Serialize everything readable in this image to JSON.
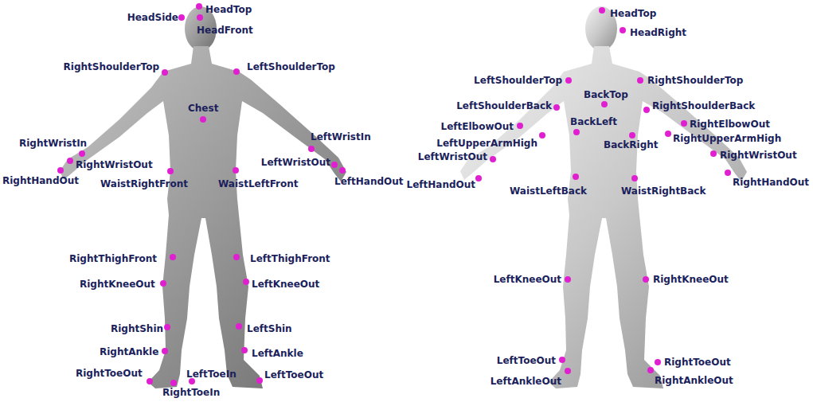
{
  "diagram": {
    "labels": [
      "HeadTop",
      "HeadSide",
      "HeadFront",
      "RightShoulderTop",
      "LeftShoulderTop",
      "Chest",
      "RightWristIn",
      "LeftWristIn",
      "RightWristOut",
      "LeftWristOut",
      "RightHandOut",
      "WaistRightFront",
      "WaistLeftFront",
      "LeftHandOut",
      "RightThighFront",
      "LeftThighFront",
      "RightKneeOut",
      "LeftKneeOut",
      "RightShin",
      "LeftShin",
      "RightAnkle",
      "LeftAnkle",
      "RightToeOut",
      "LeftToeIn",
      "LeftToeOut",
      "RightToeIn",
      "HeadTop",
      "HeadRight",
      "LeftShoulderTop",
      "RightShoulderTop",
      "BackTop",
      "LeftShoulderBack",
      "RightShoulderBack",
      "LeftElbowOut",
      "BackLeft",
      "RightElbowOut",
      "LeftUpperArmHigh",
      "RightUpperArmHigh",
      "BackRight",
      "LeftWristOut",
      "RightWristOut",
      "LeftHandOut",
      "RightHandOut",
      "WaistLeftBack",
      "WaistRightBack",
      "LeftKneeOut",
      "RightKneeOut",
      "LeftToeOut",
      "RightToeOut",
      "LeftAnkleOut",
      "RightAnkleOut"
    ]
  }
}
